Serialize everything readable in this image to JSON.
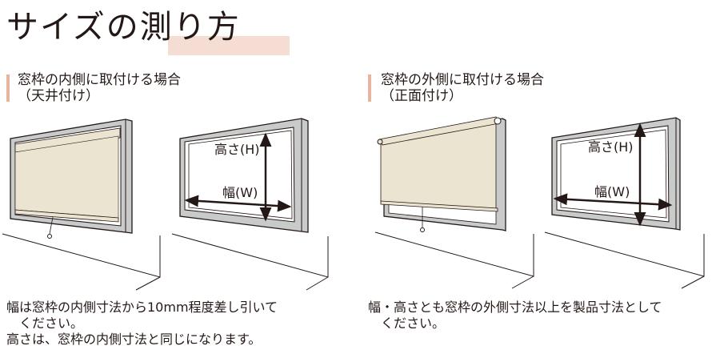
{
  "title": "サイズの測り方",
  "sections": [
    {
      "heading_line1": "窓枠の内側に取付ける場合",
      "heading_line2": "（天井付け）",
      "label_height": "高さ(H)",
      "label_width": "幅(W)",
      "note_line1": "幅は窓枠の内側寸法から10mm程度差し引いて",
      "note_line2": "ください。",
      "note_line3": "高さは、窓枠の内側寸法と同じになります。"
    },
    {
      "heading_line1": "窓枠の外側に取付ける場合",
      "heading_line2": "（正面付け）",
      "label_height": "高さ(H)",
      "label_width": "幅(W)",
      "note_line1": "幅・高さとも窓枠の外側寸法以上を製品寸法として",
      "note_line2": "ください。"
    }
  ],
  "colors": {
    "accent": "#e8b4a0",
    "highlight": "#f6ddd3",
    "frame": "#c9caca",
    "blind": "#ebe4d1"
  }
}
